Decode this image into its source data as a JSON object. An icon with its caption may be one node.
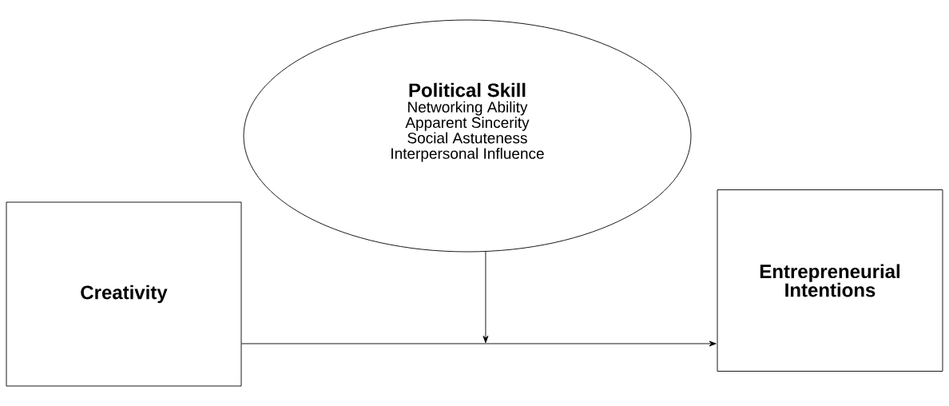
{
  "diagram": {
    "nodes": [
      {
        "text": [
          "Creativity"
        ]
      },
      {
        "text": [
          "Political Skill",
          "Networking Ability",
          "Apparent Sincerity",
          "Social Astuteness",
          "Interpersonal Influence"
        ]
      },
      {
        "text": [
          "Entrepreneurial Intentions"
        ]
      }
    ],
    "edges": [
      {
        "from": 0,
        "to": 2,
        "arrow": "to"
      },
      {
        "from": 1,
        "to": null,
        "arrow": "to"
      }
    ]
  }
}
